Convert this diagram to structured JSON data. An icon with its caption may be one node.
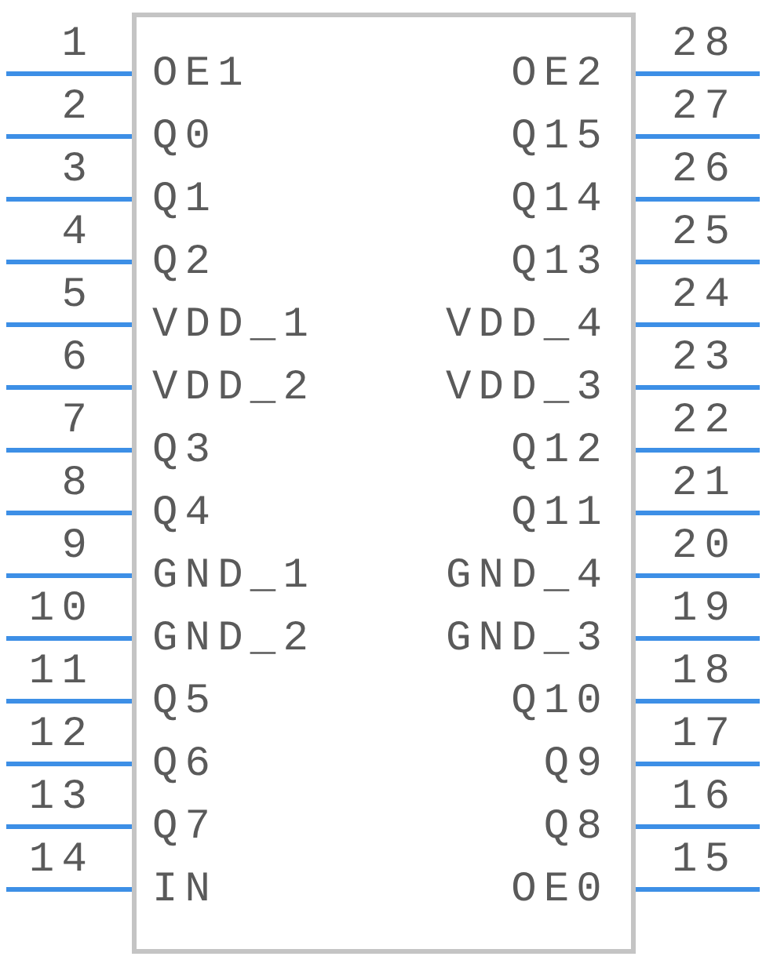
{
  "diagram": {
    "nodes": [
      {
        "text": [
          "OE1",
          "OE2",
          "Q0",
          "Q15",
          "Q1",
          "Q14",
          "Q2",
          "Q13",
          "VDD_1",
          "VDD_4",
          "VDD_2",
          "VDD_3",
          "Q3",
          "Q12",
          "Q4",
          "Q11",
          "GND_1",
          "GND_4",
          "GND_2",
          "GND_3",
          "Q5",
          "Q10",
          "Q6",
          "Q9",
          "Q7",
          "Q8",
          "IN",
          "OE0"
        ]
      }
    ],
    "labels": [
      "1",
      "28",
      "2",
      "27",
      "3",
      "26",
      "4",
      "25",
      "5",
      "24",
      "6",
      "23",
      "7",
      "22",
      "8",
      "21",
      "9",
      "20",
      "10",
      "19",
      "11",
      "18",
      "12",
      "17",
      "13",
      "16",
      "14",
      "15"
    ]
  }
}
